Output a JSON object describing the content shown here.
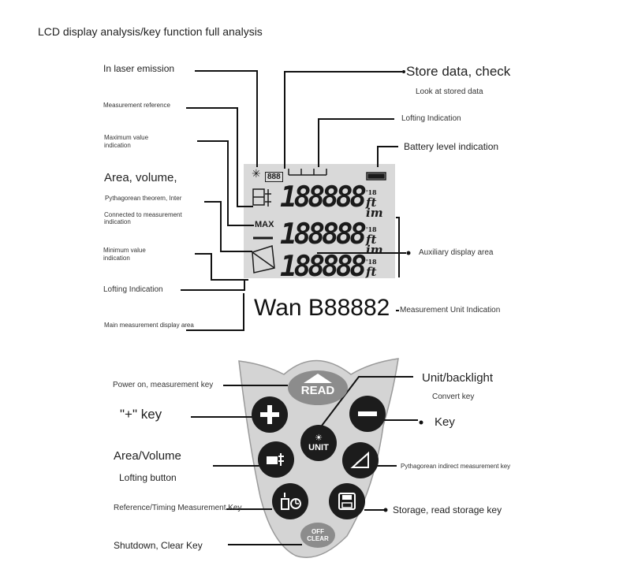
{
  "title": "LCD display analysis/key function full analysis",
  "lcd_labels": {
    "laser": "In laser emission",
    "reference": "Measurement reference",
    "max_value": "Maximum value indication",
    "area_volume": "Area, volume,",
    "pythagorean_inter": "Pythagorean theorem, Inter",
    "connected": "Connected to measurement indication",
    "min_value": "Minimum value indication",
    "lofting": "Lofting Indication",
    "main_area": "Main measurement display area",
    "store_data": "Store data, check",
    "look_stored": "Look at stored data",
    "lofting_right": "Lofting Indication",
    "battery": "Battery level indication",
    "aux_area": "Auxiliary display area",
    "unit_indication": "Measurement Unit Indication"
  },
  "lcd_content": {
    "digits": "188888",
    "max": "MAX",
    "memory": "888",
    "unit_ft": "ft",
    "unit_m": "im",
    "unit_sup": "'18",
    "overlay_text": "Wan B88882"
  },
  "key_labels": {
    "power": "Power on, measurement key",
    "plus": "\"+\" key",
    "area_volume": "Area/Volume",
    "lofting_button": "Lofting button",
    "reference_timing": "Reference/Timing Measurement Key",
    "shutdown": "Shutdown, Clear Key",
    "unit_backlight": "Unit/backlight",
    "convert": "Convert key",
    "minus": "Key",
    "pythagorean": "Pythagorean indirect measurement key",
    "storage": "Storage, read storage key"
  },
  "keys": {
    "read": "READ",
    "unit": "UNIT",
    "off": "OFF",
    "clear": "CLEAR"
  },
  "colors": {
    "keypad_body": "#d4d4d4",
    "key_dark": "#1c1c1c",
    "key_grey": "#8c8c8c",
    "lcd_bg": "#d9d9d9"
  }
}
